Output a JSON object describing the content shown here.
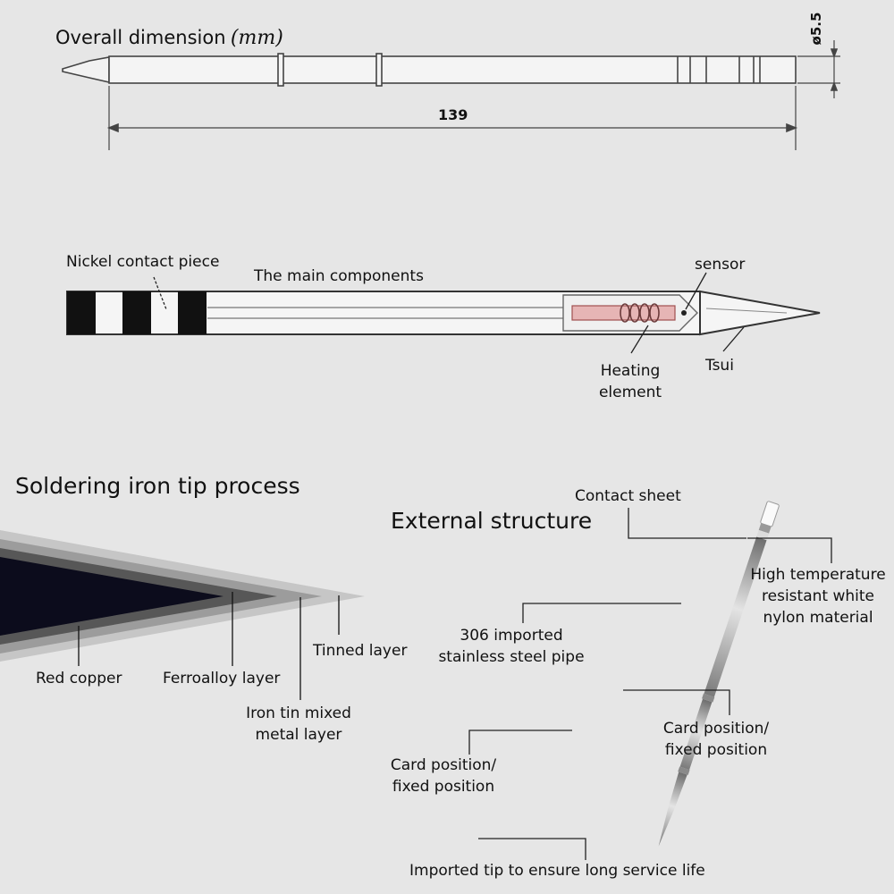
{
  "dimension_section": {
    "title": "Overall dimension",
    "unit": "(mm)",
    "length": "139",
    "diameter": "ø5.5"
  },
  "components_section": {
    "title": "The main components",
    "labels": {
      "nickel_contact": "Nickel contact piece",
      "sensor": "sensor",
      "heating_line1": "Heating",
      "heating_line2": "element",
      "tip": "Tsui"
    }
  },
  "process_section": {
    "title": "Soldering iron tip process",
    "layers": {
      "red_copper": "Red copper",
      "ferroalloy": "Ferroalloy layer",
      "iron_tin_line1": "Iron tin mixed",
      "iron_tin_line2": "metal layer",
      "tinned": "Tinned layer"
    }
  },
  "external_section": {
    "title": "External structure",
    "labels": {
      "contact_sheet": "Contact sheet",
      "nylon_line1": "High temperature",
      "nylon_line2": "resistant white",
      "nylon_line3": "nylon material",
      "pipe_line1": "306 imported",
      "pipe_line2": "stainless steel pipe",
      "card_right_line1": "Card position/",
      "card_right_line2": "fixed position",
      "card_left_line1": "Card position/",
      "card_left_line2": "fixed position",
      "imported_tip": "Imported tip to ensure long service life"
    }
  }
}
